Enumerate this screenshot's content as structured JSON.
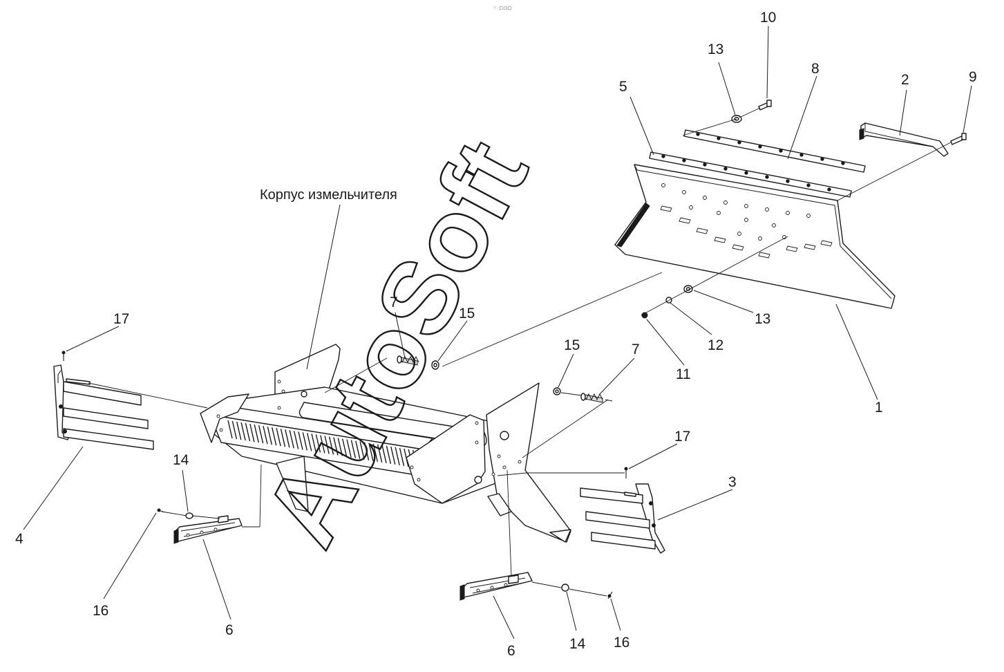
{
  "caption": "Корпус измельчителя",
  "watermark": "AutoSoft",
  "top_mark": "◦ ▫▫▫",
  "callouts": [
    {
      "id": "c1",
      "text": "1"
    },
    {
      "id": "c2",
      "text": "2"
    },
    {
      "id": "c3",
      "text": "3"
    },
    {
      "id": "c4",
      "text": "4"
    },
    {
      "id": "c5",
      "text": "5"
    },
    {
      "id": "c6a",
      "text": "6"
    },
    {
      "id": "c6b",
      "text": "6"
    },
    {
      "id": "c7a",
      "text": "7"
    },
    {
      "id": "c7b",
      "text": "7"
    },
    {
      "id": "c8",
      "text": "8"
    },
    {
      "id": "c9",
      "text": "9"
    },
    {
      "id": "c10",
      "text": "10"
    },
    {
      "id": "c11",
      "text": "11"
    },
    {
      "id": "c12",
      "text": "12"
    },
    {
      "id": "c13a",
      "text": "13"
    },
    {
      "id": "c13b",
      "text": "13"
    },
    {
      "id": "c14a",
      "text": "14"
    },
    {
      "id": "c14b",
      "text": "14"
    },
    {
      "id": "c15a",
      "text": "15"
    },
    {
      "id": "c15b",
      "text": "15"
    },
    {
      "id": "c16a",
      "text": "16"
    },
    {
      "id": "c16b",
      "text": "16"
    },
    {
      "id": "c17a",
      "text": "17"
    },
    {
      "id": "c17b",
      "text": "17"
    }
  ]
}
